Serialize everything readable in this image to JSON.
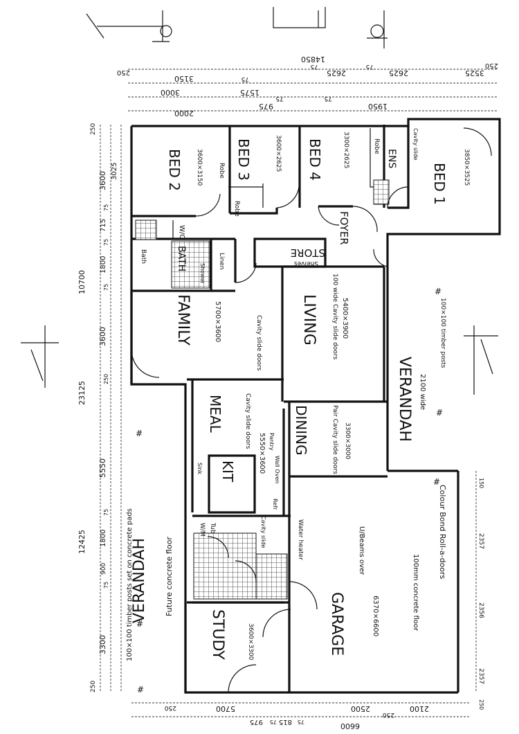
{
  "rooms": {
    "bed2": "BED 2",
    "bed2_size": "3600×3150",
    "bed3": "BED 3",
    "bed3_size": "3600×2625",
    "bed4": "BED 4",
    "bed4_size": "3300×2625",
    "bed1": "BED 1",
    "bed1_size": "3850×3525",
    "ensuite": "ENS",
    "wc": "W/C",
    "bath": "BATH",
    "bath_tub": "Bath",
    "shower": "Shower",
    "linen": "Linen",
    "store": "STORE",
    "store_note": "Shelves",
    "foyer": "FOYER",
    "family": "FAMILY",
    "family_size": "5700×3600",
    "living": "LIVING",
    "living_size": "5400×3900",
    "living_note": "100 wide Cavity slide doors",
    "meal": "MEAL",
    "kit": "KIT",
    "kit_size": "5550×3600",
    "dining": "DINING",
    "dining_size": "3300×3000",
    "dining_note": "Pair Cavity slide doors",
    "verandah_right": "VERANDAH",
    "verandah_right_note": "2100 wide",
    "verandah_left": "VERANDAH",
    "verandah_left_note": "Future concrete floor",
    "garage": "GARAGE",
    "garage_size": "6370×6600",
    "garage_beams": "U/Beams over",
    "garage_floor": "100mm concrete floor",
    "garage_door": "Colour Bond Roll-a-doors",
    "study": "STUDY",
    "study_size": "3600×3300",
    "robe": "Robe",
    "wm": "W/M",
    "tub": "Tub",
    "fridge": "Refr",
    "pantry": "Pantry",
    "wall_oven": "Wall Oven",
    "sink": "Sink",
    "water_heater": "Water heater",
    "cavity_slide": "Cavity slide doors",
    "cavity_slide_short": "Cavity slide",
    "timber_posts_left": "100×100 timber posts set on concrete pads",
    "timber_posts_right": "100×100 timber posts"
  },
  "dims_top": [
    "250",
    "3525",
    "250",
    "2625",
    "75",
    "2625",
    "75",
    "3150",
    "75",
    "3000",
    "1575",
    "975",
    "75",
    "2000",
    "1950",
    "75"
  ],
  "dims_top_total": "14850",
  "dims_left": [
    "250",
    "3600",
    "3025",
    "75",
    "715",
    "75",
    "1800",
    "75",
    "3600",
    "250",
    "5550",
    "75",
    "1800",
    "900",
    "75",
    "3300",
    "250"
  ],
  "dims_left_totals": [
    "10700",
    "23125",
    "12425"
  ],
  "dims_bottom": [
    "250",
    "5700",
    "975",
    "75",
    "815",
    "75",
    "2100",
    "2500",
    "250",
    "6600"
  ],
  "dims_right": [
    "2357",
    "2356",
    "2357",
    "150",
    "250"
  ]
}
